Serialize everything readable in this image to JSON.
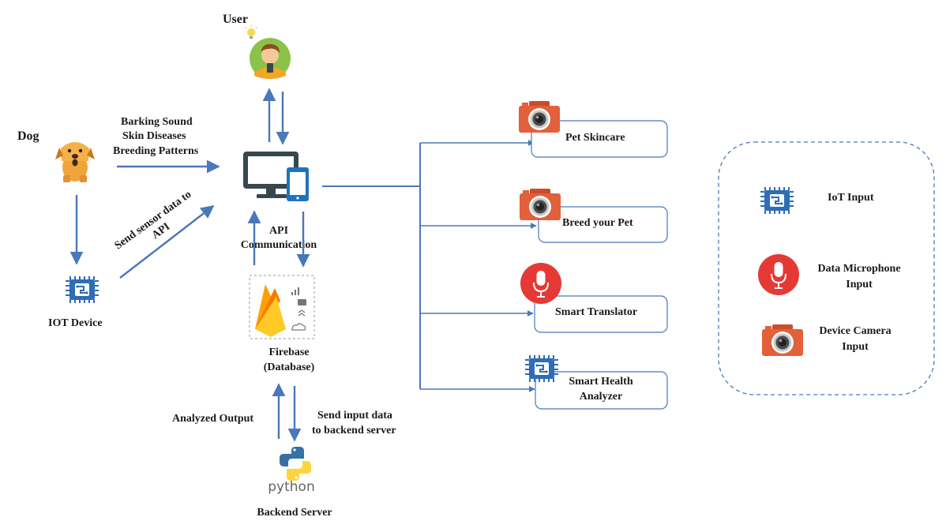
{
  "actors": {
    "user": "User",
    "dog": "Dog",
    "iot_device": "IOT Device"
  },
  "data_labels": {
    "barking": "Barking Sound",
    "skin": "Skin Diseases",
    "breeding": "Breeding Patterns",
    "sensor_line1": "Send sensor data to",
    "sensor_line2": "API"
  },
  "api": {
    "line1": "API",
    "line2": "Communication"
  },
  "firebase": {
    "line1": "Firebase",
    "line2": "(Database)"
  },
  "backend": {
    "analyzed": "Analyzed  Output",
    "send_line1": "Send input  data",
    "send_line2": "to backend server",
    "python_word": "python",
    "label": "Backend Server"
  },
  "features": [
    {
      "label": "Pet Skincare",
      "icon": "camera-icon"
    },
    {
      "label": "Breed your Pet",
      "icon": "camera-icon"
    },
    {
      "label": "Smart Translator",
      "icon": "microphone-icon"
    },
    {
      "label_line1": "Smart  Health",
      "label_line2": "Analyzer",
      "icon": "chip-icon"
    }
  ],
  "legend": {
    "iot": "IoT Input",
    "mic_line1": "Data Microphone",
    "mic_line2": "Input",
    "cam_line1": "Device Camera",
    "cam_line2": "Input"
  },
  "colors": {
    "arrow": "#4a78b8",
    "chip": "#2f6db5",
    "camera": "#e2603a",
    "mic": "#e53935",
    "firebase_yellow": "#ffca28",
    "firebase_orange": "#f57c00",
    "python_blue": "#3671a3",
    "python_yellow": "#ffd43b"
  }
}
